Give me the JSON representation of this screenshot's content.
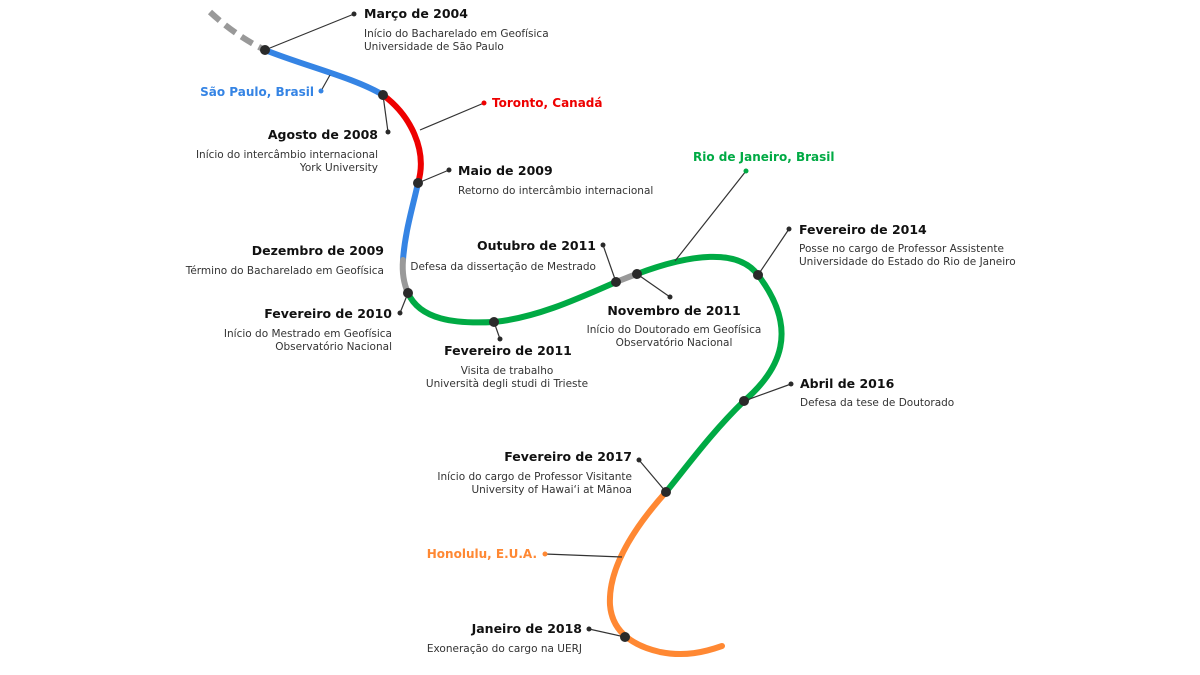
{
  "colors": {
    "sao_paulo": "#3584e4",
    "toronto": "#ee0000",
    "gap": "#999999",
    "rio": "#00aa44",
    "honolulu": "#ff8833",
    "node": "#2a2a2a"
  },
  "cities": {
    "sao_paulo": "São Paulo, Brasil",
    "toronto": "Toronto, Canadá",
    "rio": "Rio de Janeiro, Brasil",
    "honolulu": "Honolulu, E.U.A."
  },
  "events": [
    {
      "date": "Março de 2004",
      "lines": [
        "Início do Bacharelado em Geofísica",
        "Universidade de São Paulo"
      ]
    },
    {
      "date": "Agosto de 2008",
      "lines": [
        "Início do intercâmbio internacional",
        "York University"
      ]
    },
    {
      "date": "Maio de 2009",
      "lines": [
        "Retorno do intercâmbio internacional"
      ]
    },
    {
      "date": "Dezembro de 2009",
      "lines": [
        "Término do Bacharelado em Geofísica"
      ]
    },
    {
      "date": "Fevereiro de 2010",
      "lines": [
        "Início do Mestrado em Geofísica",
        "Observatório Nacional"
      ]
    },
    {
      "date": "Fevereiro de 2011",
      "lines": [
        "Visita de trabalho",
        "Università degli studi di Trieste"
      ]
    },
    {
      "date": "Outubro de 2011",
      "lines": [
        "Defesa da dissertação de Mestrado"
      ]
    },
    {
      "date": "Novembro de 2011",
      "lines": [
        "Início do Doutorado em Geofísica",
        "Observatório Nacional"
      ]
    },
    {
      "date": "Fevereiro de 2014",
      "lines": [
        "Posse no cargo de Professor Assistente",
        "Universidade do Estado do Rio de Janeiro"
      ]
    },
    {
      "date": "Abril de 2016",
      "lines": [
        "Defesa da tese de Doutorado"
      ]
    },
    {
      "date": "Fevereiro de 2017",
      "lines": [
        "Início do cargo de Professor Visitante",
        "University of Hawai‘i at Mānoa"
      ]
    },
    {
      "date": "Janeiro de 2018",
      "lines": [
        "Exoneração do cargo na UERJ"
      ]
    }
  ]
}
